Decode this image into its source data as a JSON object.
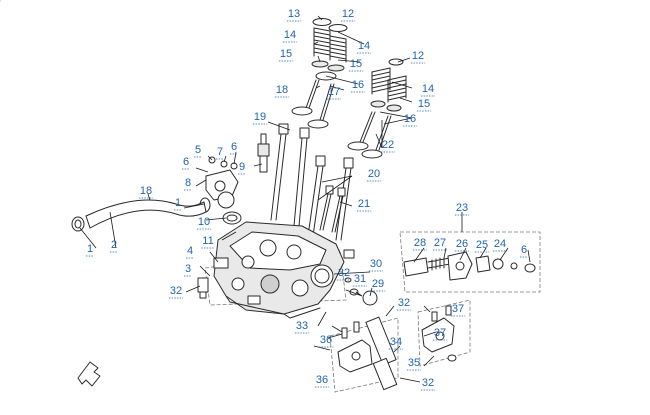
{
  "diagram": {
    "callouts": [
      {
        "id": "c1",
        "text": "1"
      },
      {
        "id": "c2",
        "text": "2"
      },
      {
        "id": "c3",
        "text": "3"
      },
      {
        "id": "c4",
        "text": "4"
      },
      {
        "id": "c5",
        "text": "5"
      },
      {
        "id": "c6a",
        "text": "6"
      },
      {
        "id": "c6b",
        "text": "6"
      },
      {
        "id": "c6c",
        "text": "6"
      },
      {
        "id": "c7",
        "text": "7"
      },
      {
        "id": "c8",
        "text": "8"
      },
      {
        "id": "c9",
        "text": "9"
      },
      {
        "id": "c10",
        "text": "10"
      },
      {
        "id": "c11",
        "text": "11"
      },
      {
        "id": "c12a",
        "text": "12"
      },
      {
        "id": "c12b",
        "text": "12"
      },
      {
        "id": "c13a",
        "text": "13"
      },
      {
        "id": "c13b",
        "text": "13"
      },
      {
        "id": "c13c",
        "text": "13"
      },
      {
        "id": "c14a",
        "text": "14"
      },
      {
        "id": "c14b",
        "text": "14"
      },
      {
        "id": "c14c",
        "text": "14"
      },
      {
        "id": "c15a",
        "text": "15"
      },
      {
        "id": "c15b",
        "text": "15"
      },
      {
        "id": "c15c",
        "text": "15"
      },
      {
        "id": "c16a",
        "text": "16"
      },
      {
        "id": "c16b",
        "text": "16"
      },
      {
        "id": "c17",
        "text": "17"
      },
      {
        "id": "c18a",
        "text": "18"
      },
      {
        "id": "c18b",
        "text": "18"
      },
      {
        "id": "c19",
        "text": "19"
      },
      {
        "id": "c20",
        "text": "20"
      },
      {
        "id": "c21",
        "text": "21"
      },
      {
        "id": "c22",
        "text": "22"
      },
      {
        "id": "c23",
        "text": "23"
      },
      {
        "id": "c24",
        "text": "24"
      },
      {
        "id": "c25",
        "text": "25"
      },
      {
        "id": "c26",
        "text": "26"
      },
      {
        "id": "c27",
        "text": "27"
      },
      {
        "id": "c28",
        "text": "28"
      },
      {
        "id": "c29",
        "text": "29"
      },
      {
        "id": "c30",
        "text": "30"
      },
      {
        "id": "c31",
        "text": "31"
      },
      {
        "id": "c32a",
        "text": "32"
      },
      {
        "id": "c32b",
        "text": "32"
      },
      {
        "id": "c32c",
        "text": "32"
      },
      {
        "id": "c33",
        "text": "33"
      },
      {
        "id": "c34",
        "text": "34"
      },
      {
        "id": "c35",
        "text": "35"
      },
      {
        "id": "c36a",
        "text": "36"
      },
      {
        "id": "c36b",
        "text": "36"
      },
      {
        "id": "c37a",
        "text": "37"
      },
      {
        "id": "c37b",
        "text": "37"
      }
    ],
    "colors": {
      "callout": "#1f63b0",
      "line": "#2a2a2a"
    },
    "icons": {
      "orientation": "front-arrow-icon"
    }
  }
}
